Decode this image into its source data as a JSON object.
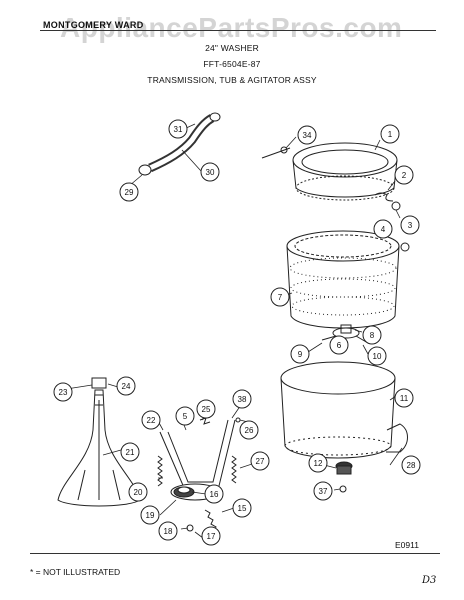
{
  "header": {
    "brand": "MONTGOMERY WARD",
    "watermark": "AppliancePartsPros.com",
    "product": "24\" WASHER",
    "model": "FFT-6504E-87",
    "section": "TRANSMISSION, TUB & AGITATOR ASSY"
  },
  "callouts": [
    "1",
    "2",
    "3",
    "4",
    "5",
    "6",
    "7",
    "8",
    "9",
    "10",
    "11",
    "12",
    "15",
    "16",
    "17",
    "18",
    "19",
    "20",
    "21",
    "22",
    "23",
    "24",
    "25",
    "26",
    "27",
    "28",
    "29",
    "30",
    "31",
    "34",
    "37",
    "38"
  ],
  "footer": {
    "diagram_code": "E0911",
    "note": "* = NOT ILLUSTRATED",
    "handwritten": "D3"
  }
}
